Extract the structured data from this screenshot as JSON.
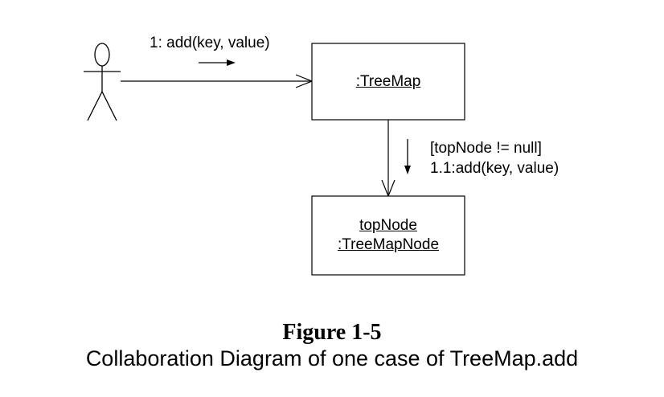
{
  "actor": {},
  "messages": {
    "msg1": "1: add(key, value)",
    "msg2_guard": "[topNode != null]",
    "msg2": "1.1:add(key, value)"
  },
  "objects": {
    "treemap": ":TreeMap",
    "topnode_line1": "topNode",
    "topnode_line2": ":TreeMapNode"
  },
  "figure": {
    "number": "Figure 1-5",
    "caption": "Collaboration Diagram of one case of TreeMap.add"
  }
}
